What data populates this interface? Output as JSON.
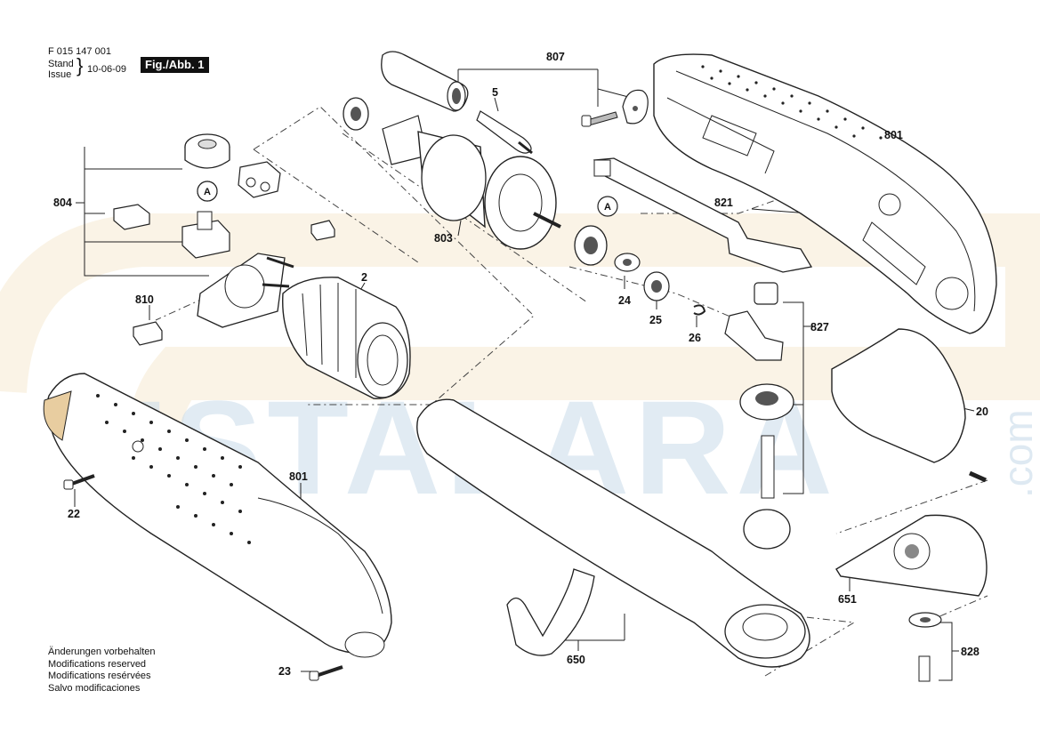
{
  "header": {
    "part_number": "F 015 147 001",
    "stand": "Stand",
    "issue": "Issue",
    "date": "10-06-09",
    "figure": "Fig./Abb. 1"
  },
  "watermark": {
    "text": "USTALARA",
    "suffix": ".com"
  },
  "notes": [
    "Änderungen vorbehalten",
    "Modifications reserved",
    "Modifications resérvées",
    "Salvo modificaciones"
  ],
  "callouts": {
    "c807": "807",
    "c5": "5",
    "c801_top": "801",
    "c804": "804",
    "c803": "803",
    "c821": "821",
    "c810": "810",
    "c2": "2",
    "c24": "24",
    "c25": "25",
    "c26": "26",
    "c827": "827",
    "c20": "20",
    "c22": "22",
    "c801_bottom": "801",
    "c23": "23",
    "c650": "650",
    "c651": "651",
    "c828": "828",
    "ref_a1": "A",
    "ref_a2": "A"
  }
}
